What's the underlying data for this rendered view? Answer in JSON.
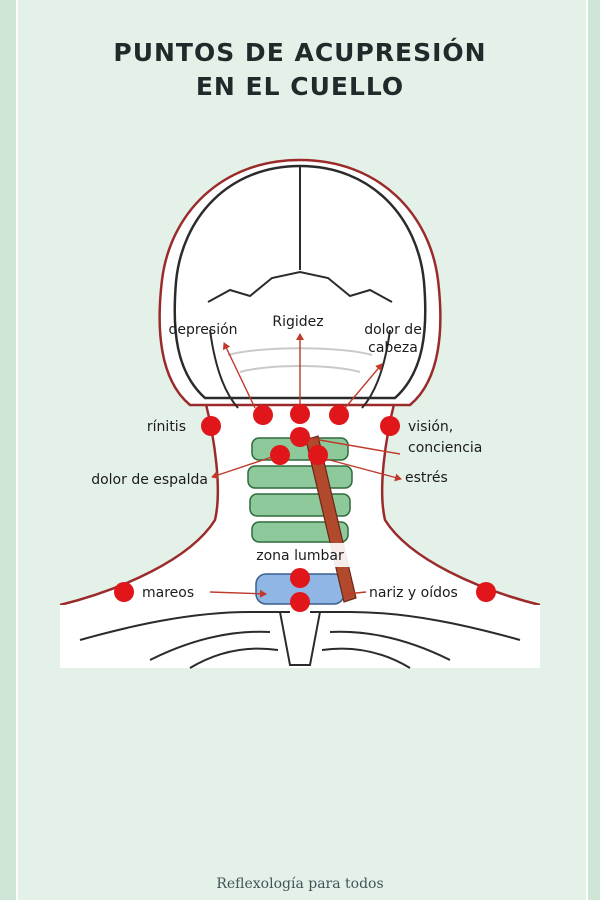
{
  "title": {
    "line1": "PUNTOS DE ACUPRESIÓN",
    "line2": "EN EL CUELLO"
  },
  "labels": {
    "depresion": "depresión",
    "rigidez": "Rigidez",
    "dolor_cabeza_1": "dolor de",
    "dolor_cabeza_2": "cabeza",
    "rinitis": "rínitis",
    "vision_1": "visión,",
    "vision_2": "conciencia",
    "dolor_espalda": "dolor de espalda",
    "estres": "estrés",
    "zona_lumbar": "zona lumbar",
    "mareos": "mareos",
    "nariz_oidos": "nariz y oídos"
  },
  "footer": "Reflexología para todos",
  "colors": {
    "point": "#e0161b",
    "arrow": "#c0392b",
    "outline_red": "#9b2b2b",
    "bone": "#ffffff",
    "vertebra_green": "#8dc99b",
    "vertebra_blue": "#8fb6e4",
    "muscle": "#b1492c"
  }
}
